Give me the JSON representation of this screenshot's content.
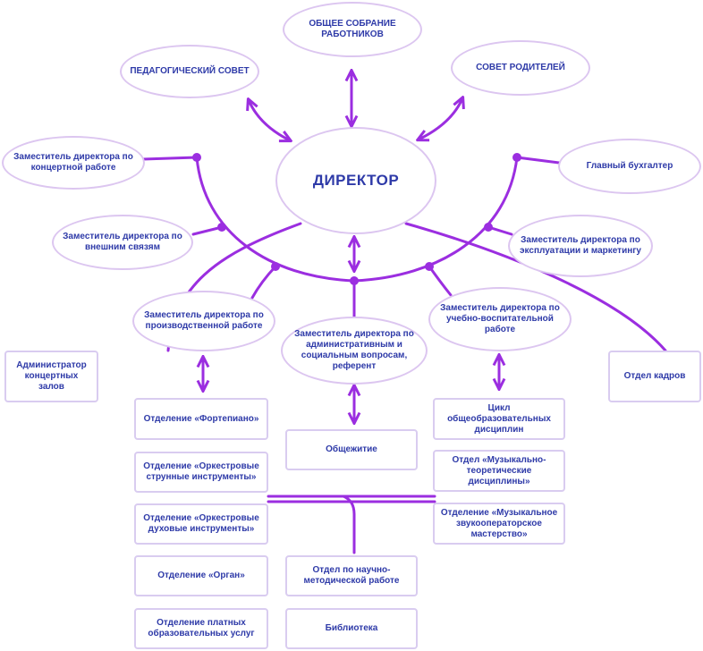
{
  "colors": {
    "line": "#9b2ee0",
    "node_border": "#dcc6f0",
    "text": "#2e3aa8"
  },
  "nodes": {
    "general_meeting": "ОБЩЕЕ СОБРАНИЕ РАБОТНИКОВ",
    "ped_council": "ПЕДАГОГИЧЕСКИЙ СОВЕТ",
    "parents_council": "СОВЕТ РОДИТЕЛЕЙ",
    "director": "ДИРЕКТОР",
    "dep_concert": "Заместитель директора по концертной работе",
    "chief_accountant": "Главный бухгалтер",
    "dep_external": "Заместитель директора по внешним связям",
    "dep_exploitation": "Заместитель директора по эксплуатации и маркетингу",
    "dep_production": "Заместитель директора по производственной работе",
    "dep_admin": "Заместитель директора по административным и социальным вопросам, референт",
    "dep_education": "Заместитель директора по учебно-воспитательной работе",
    "concert_admin": "Администратор концертных залов",
    "hr_dept": "Отдел кадров",
    "dept_piano": "Отделение «Фортепиано»",
    "dept_strings": "Отделение «Оркестровые струнные инструменты»",
    "dept_winds": "Отделение «Оркестровые духовые инструменты»",
    "dept_organ": "Отделение «Орган»",
    "dept_paid": "Отделение платных образовательных услуг",
    "dormitory": "Общежитие",
    "method_dept": "Отдел по научно-методической работе",
    "library": "Библиотека",
    "cycle_general": "Цикл общеобразовательных дисциплин",
    "dept_theory": "Отдел «Музыкально-теоретические дисциплины»",
    "dept_sound": "Отделение «Музыкальное звукооператорское мастерство»"
  }
}
